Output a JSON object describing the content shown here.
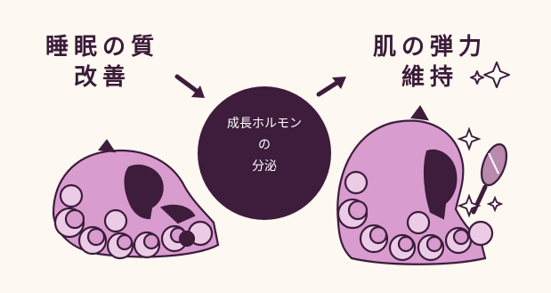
{
  "left_label": {
    "line1": "睡眠の質",
    "line2": "改善"
  },
  "center_circle": {
    "line1": "成長ホルモン",
    "line2": "の",
    "line3": "分泌"
  },
  "right_label": {
    "line1": "肌の弾力",
    "line2": "維持"
  },
  "colors": {
    "background": "#fdf8f1",
    "dark_plum": "#3d1c3c",
    "hair_pink": "#d99ccf",
    "hair_light": "#eccbe6",
    "sparkle": "#ffffff"
  },
  "icons": [
    "arrow-icon",
    "sleeping-woman-illustration",
    "woman-with-mirror-illustration",
    "sparkle-icon"
  ]
}
